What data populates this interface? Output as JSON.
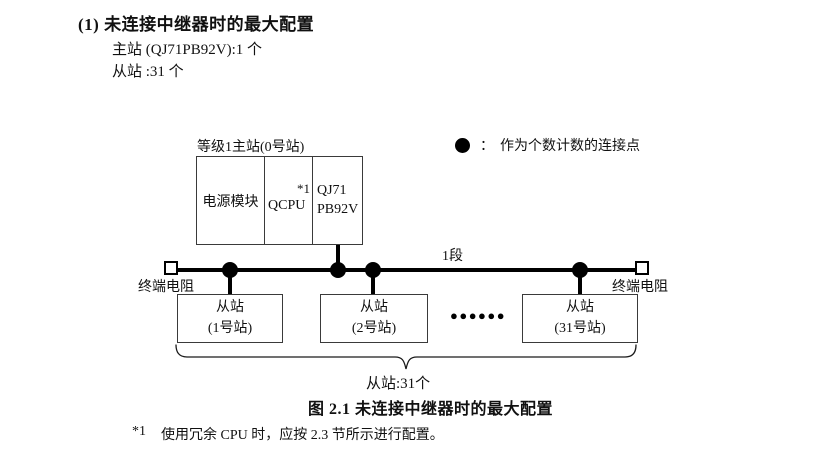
{
  "page": {
    "heading": "(1) 未连接中继器时的最大配置",
    "master_line": "主站 (QJ71PB92V):1 个",
    "slave_line": "从站 :31 个"
  },
  "figure": {
    "master": {
      "label": "等级1主站(0号站)",
      "modules": [
        {
          "name": "电源模块"
        },
        {
          "name": "QCPU",
          "note": "*1"
        },
        {
          "line1": "QJ71",
          "line2": "PB92V"
        }
      ]
    },
    "legend": {
      "colon": "：",
      "text": "作为个数计数的连接点"
    },
    "segment_label": "1段",
    "terminator_left": "终端电阻",
    "terminator_right": "终端电阻",
    "slaves": [
      {
        "line1": "从站",
        "line2": "(1号站)"
      },
      {
        "line1": "从站",
        "line2": "(2号站)"
      },
      {
        "line1": "从站",
        "line2": "(31号站)"
      }
    ],
    "ellipsis": "●●●●●●",
    "brace_label": "从站:31个"
  },
  "caption": "图 2.1 未连接中继器时的最大配置",
  "footnote": {
    "marker": "*1",
    "text": "使用冗余 CPU 时，应按 2.3 节所示进行配置。"
  }
}
